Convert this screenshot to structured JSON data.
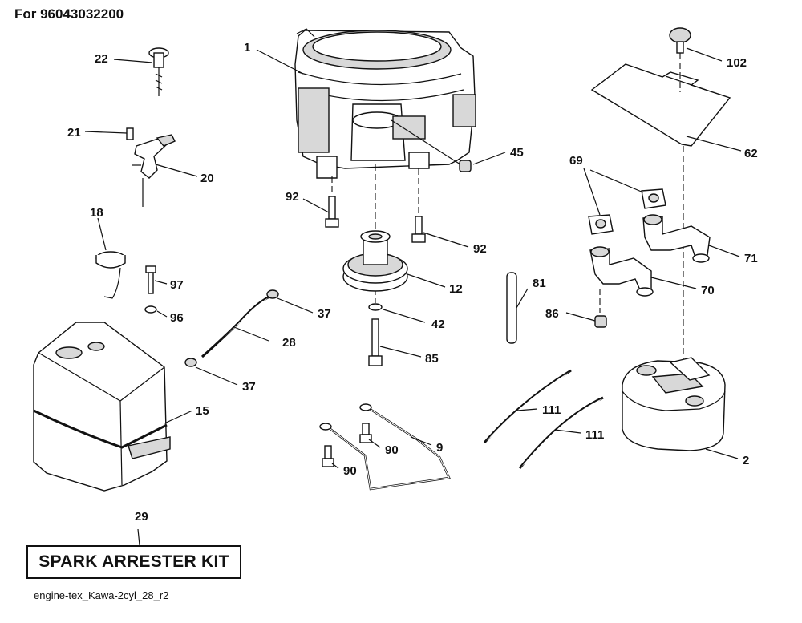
{
  "header": {
    "model_label": "For 96043032200"
  },
  "footer": {
    "drawing_id": "engine-tex_Kawa-2cyl_28_r2"
  },
  "kit": {
    "label": "SPARK ARRESTER KIT"
  },
  "callouts": {
    "c1": "1",
    "c2": "2",
    "c9": "9",
    "c12": "12",
    "c15": "15",
    "c18": "18",
    "c20": "20",
    "c21": "21",
    "c22": "22",
    "c28": "28",
    "c29": "29",
    "c37a": "37",
    "c37b": "37",
    "c42": "42",
    "c45": "45",
    "c62": "62",
    "c69": "69",
    "c70": "70",
    "c71": "71",
    "c81": "81",
    "c85": "85",
    "c86": "86",
    "c90a": "90",
    "c90b": "90",
    "c92a": "92",
    "c92b": "92",
    "c96": "96",
    "c97": "97",
    "c102": "102",
    "c111a": "111",
    "c111b": "111"
  }
}
